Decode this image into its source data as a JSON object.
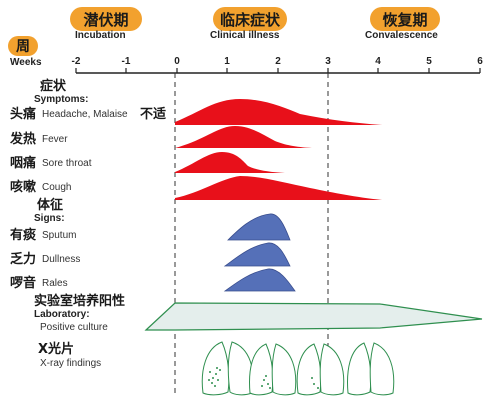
{
  "phases": {
    "incubation": {
      "cn": "潜伏期",
      "en": "Incubation"
    },
    "clinical": {
      "cn": "临床症状",
      "en": "Clinical illness"
    },
    "convalescence": {
      "cn": "恢复期",
      "en": "Convalescence"
    }
  },
  "weeks": {
    "cn": "周",
    "en": "Weeks"
  },
  "ticks": [
    "-2",
    "-1",
    "0",
    "1",
    "2",
    "3",
    "4",
    "5",
    "6"
  ],
  "sections": {
    "symptoms": {
      "cn": "症状",
      "en": "Symptoms:"
    },
    "signs": {
      "cn": "体征",
      "en": "Signs:"
    },
    "laboratory": {
      "cn": "实验室培养阳性",
      "en": "Laboratory:"
    },
    "xray": {
      "cn": "X光片",
      "en": "X-ray findings"
    }
  },
  "rows": {
    "headache": {
      "cn": "头痛",
      "en": "Headache, Malaise",
      "cn2": "不适"
    },
    "fever": {
      "cn": "发热",
      "en": "Fever"
    },
    "sore_throat": {
      "cn": "咽痛",
      "en": "Sore throat"
    },
    "cough": {
      "cn": "咳嗽",
      "en": "Cough"
    },
    "sputum": {
      "cn": "有痰",
      "en": "Sputum"
    },
    "dullness": {
      "cn": "乏力",
      "en": "Dullness"
    },
    "rales": {
      "cn": "啰音",
      "en": "Rales"
    },
    "culture": {
      "en": "Positive culture"
    }
  },
  "colors": {
    "symptom": "#e8101a",
    "sign": "#5570b8",
    "culture_stroke": "#2f8f4f",
    "culture_fill": "#e4eeec",
    "lung": "#2f8f4f",
    "pill": "#f2a12e"
  }
}
